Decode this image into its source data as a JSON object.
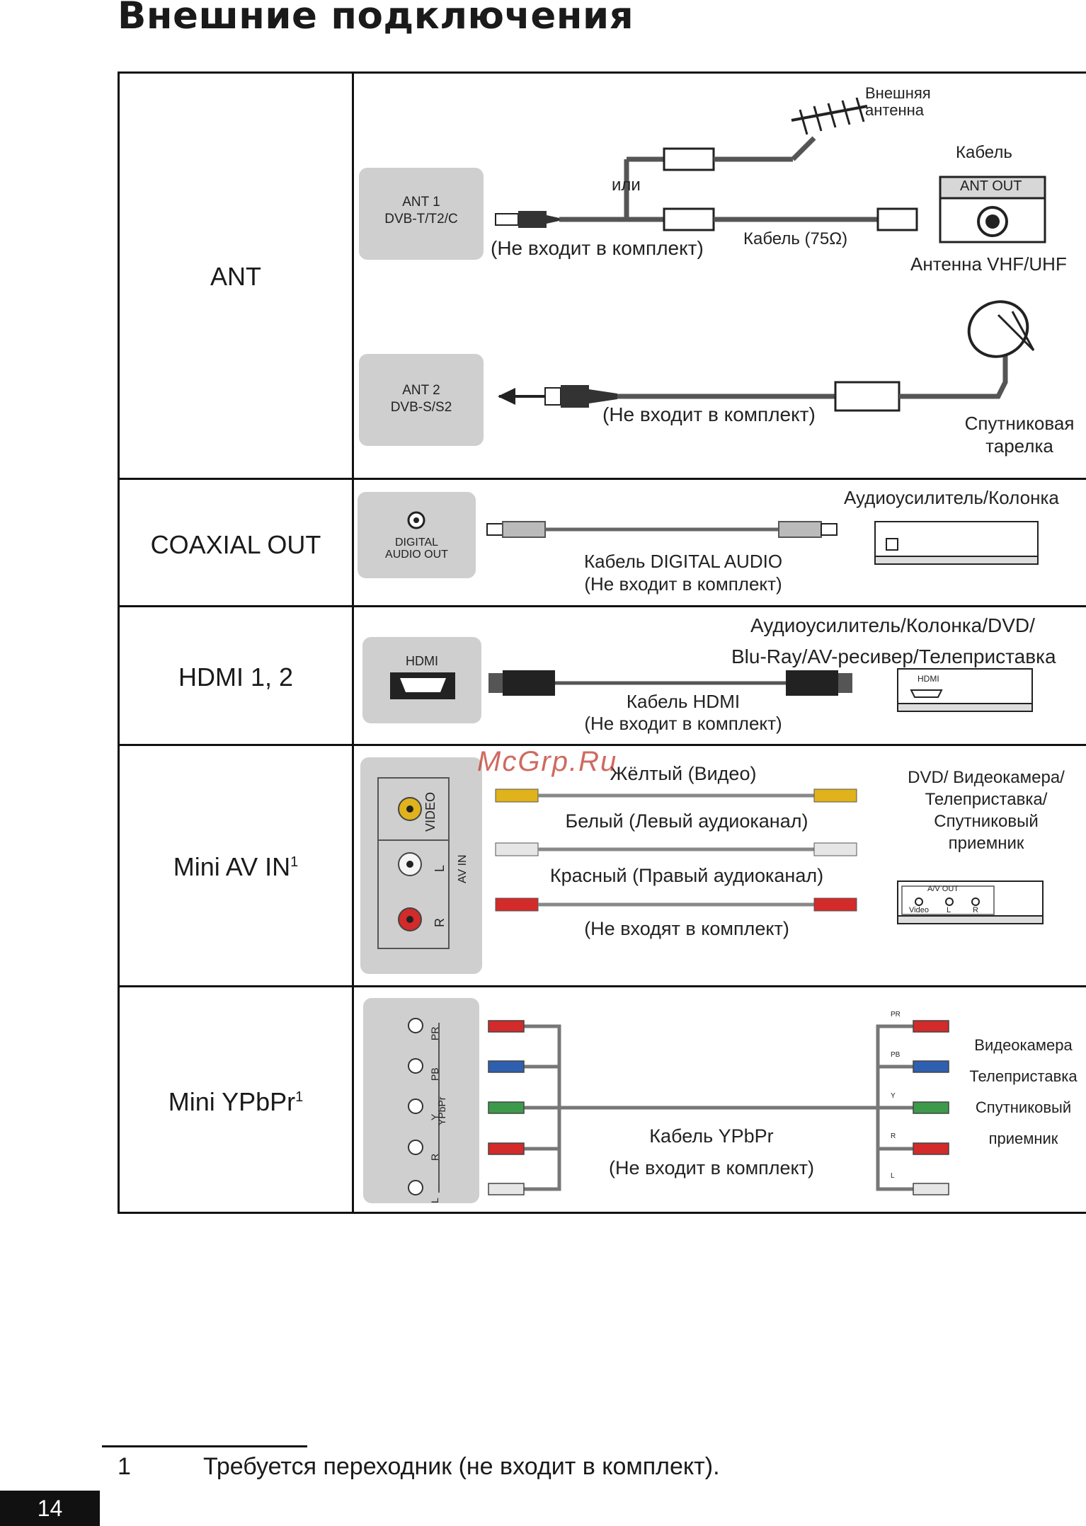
{
  "page": {
    "title": "Внешние подключения",
    "page_number": "14"
  },
  "watermark": "McGrp.Ru",
  "rows": {
    "ant": {
      "label": "ANT",
      "ant1_panel": "ANT 1\nDVB-T/T2/C",
      "ant2_panel": "ANT 2\nDVB-S/S2",
      "external_antenna": "Внешняя\nантенна",
      "or": "или",
      "cable_label": "Кабель",
      "ant_out": "ANT OUT",
      "not_included_1": "(Не входит в комплект)",
      "cable_75": "Кабель (75Ω)",
      "antenna_vhf": "Антенна VHF/UHF",
      "not_included_2": "(Не входит в комплект)",
      "satellite": "Спутниковая\nтарелка"
    },
    "coaxial": {
      "label": "COAXIAL OUT",
      "panel": "DIGITAL\nAUDIO OUT",
      "device": "Аудиоусилитель/Колонка",
      "cable": "Кабель DIGITAL AUDIO",
      "not_included": "(Не входит в комплект)"
    },
    "hdmi": {
      "label": "HDMI 1, 2",
      "panel": "HDMI",
      "device_line1": "Аудиоусилитель/Колонка/DVD/",
      "device_line2": "Blu-Ray/AV-ресивер/Телеприставка",
      "device_port": "HDMI",
      "cable": "Кабель HDMI",
      "not_included": "(Не входит в комплект)"
    },
    "av": {
      "label": "Mini AV IN",
      "sup": "1",
      "port_video": "VIDEO",
      "port_l": "L",
      "port_r": "R",
      "av_in": "AV IN",
      "yellow": "Жёлтый (Видео)",
      "white": "Белый (Левый аудиоканал)",
      "red": "Красный (Правый аудиоканал)",
      "not_included": "(Не входят в комплект)",
      "device": "DVD/ Видеокамера/\nТелеприставка/\nСпутниковый\nприемник",
      "av_out": "A/V OUT",
      "out_video": "Video",
      "out_l": "L",
      "out_r": "R"
    },
    "ypbpr": {
      "label": "Mini YPbPr",
      "sup": "1",
      "ports": [
        "L",
        "R",
        "Y",
        "PB",
        "PR"
      ],
      "port_caption": "YPbPr",
      "cable": "Кабель YPbPr",
      "not_included": "(Не входит в комплект)",
      "device": "Видеокамера\nТелеприставка\nСпутниковый\nприемник",
      "right_labels": [
        "PR",
        "PB",
        "Y",
        "R",
        "L"
      ]
    }
  },
  "footnote": {
    "number": "1",
    "text": "Требуется переходник (не входит в комплект)."
  },
  "colors": {
    "panel": "#cfcfcf",
    "yellow": "#e0b21c",
    "white": "#dddddd",
    "red": "#d32a2a",
    "green": "#3c9a4a",
    "blue": "#2f5fb0",
    "ink": "#111111"
  }
}
